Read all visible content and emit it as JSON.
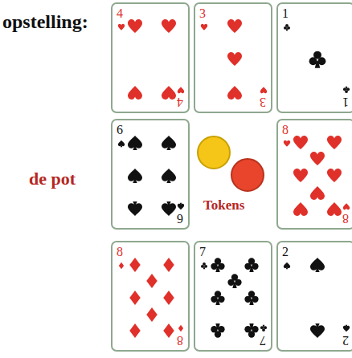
{
  "diagram": {
    "nodes": [
      {
        "text": [
          "4",
          "4"
        ]
      },
      {
        "text": [
          "3",
          "3"
        ]
      },
      {
        "text": [
          "1",
          "1"
        ]
      },
      {
        "text": [
          "6",
          "6"
        ]
      },
      {
        "text": [
          "8",
          "8"
        ]
      },
      {
        "text": [
          "8",
          "8"
        ]
      },
      {
        "text": [
          "7",
          "7"
        ]
      },
      {
        "text": [
          "2",
          "2"
        ]
      }
    ],
    "labels": [
      "opstelling:",
      "de pot",
      "Tokens"
    ]
  }
}
